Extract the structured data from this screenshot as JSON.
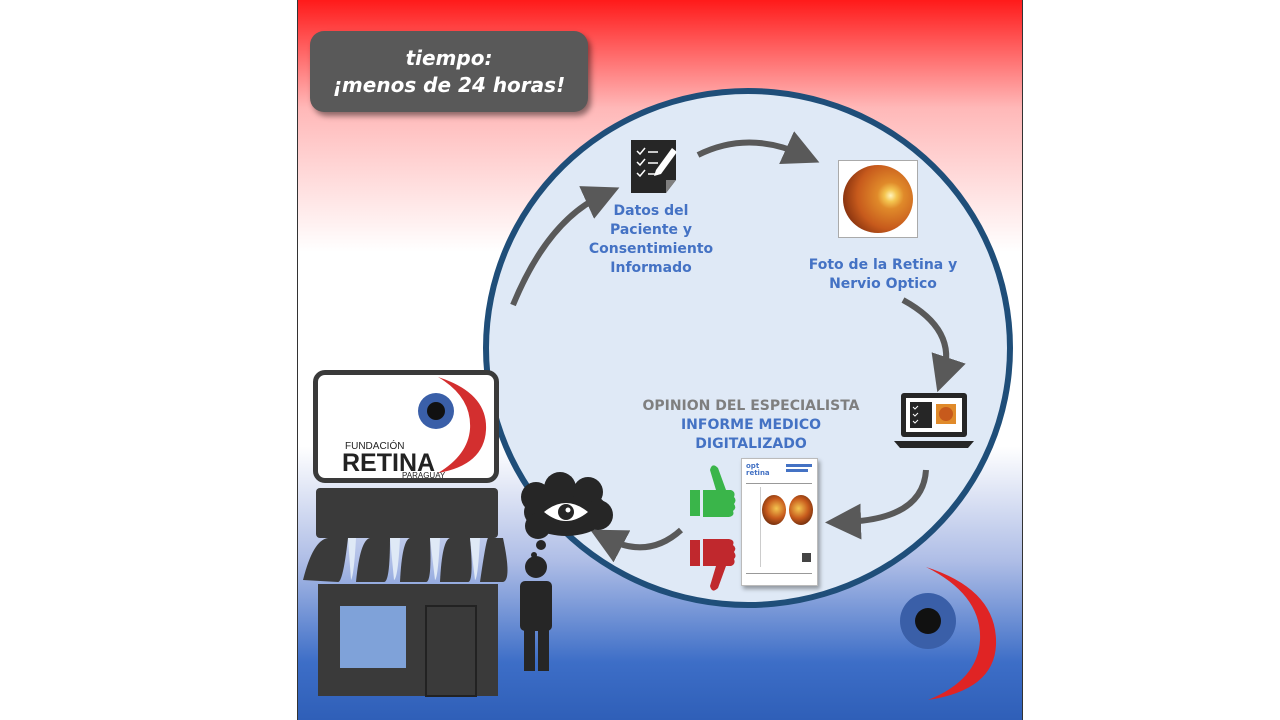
{
  "time_box": {
    "line1": "tiempo:",
    "line2": "¡menos de 24 horas!"
  },
  "steps": {
    "patient_data": {
      "lines": [
        "Datos del",
        "Paciente y",
        "Consentimiento",
        "Informado"
      ]
    },
    "retina_photo": {
      "lines": [
        "Foto de la Retina y",
        "Nervio Optico"
      ]
    },
    "specialist": {
      "line1": "OPINION DEL ESPECIALISTA",
      "line2": "INFORME MEDICO",
      "line3": "DIGITALIZADO"
    }
  },
  "logo": {
    "line1": "FUNDACIÓN",
    "line2": "RETINA",
    "line3": "PARAGUAY"
  },
  "report": {
    "brand": "opt retina"
  },
  "colors": {
    "label_blue": "#4472c4",
    "label_gray": "#7f7f7f",
    "circle_border": "#1f4e79",
    "thumb_up": "#3ab54a",
    "thumb_down": "#c0282d",
    "logo_red": "#d32f2f",
    "logo_blue": "#3a5fa8"
  }
}
